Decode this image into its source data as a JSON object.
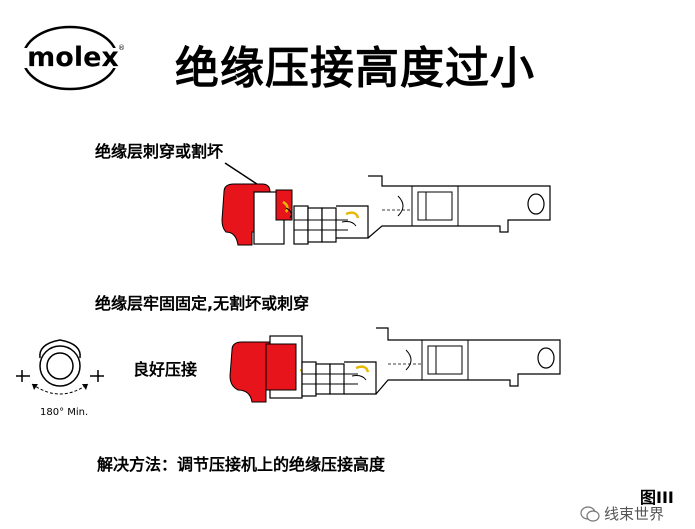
{
  "logo": {
    "text": "molex",
    "mark": "®"
  },
  "title": "绝缘压接高度过小",
  "bad_case_label": "绝缘层刺穿或割坏",
  "good_case_label": "绝缘层牢固固定,无割坏或刺穿",
  "good_crimp_label": "良好压接",
  "angle_label": "180° Min.",
  "solution": "解决方法：调节压接机上的绝缘压接高度",
  "figure_label": "图III",
  "watermark": "线束世界",
  "colors": {
    "insulation": "#e8141b",
    "wire_strand": "#e6b800",
    "line": "#000000"
  }
}
